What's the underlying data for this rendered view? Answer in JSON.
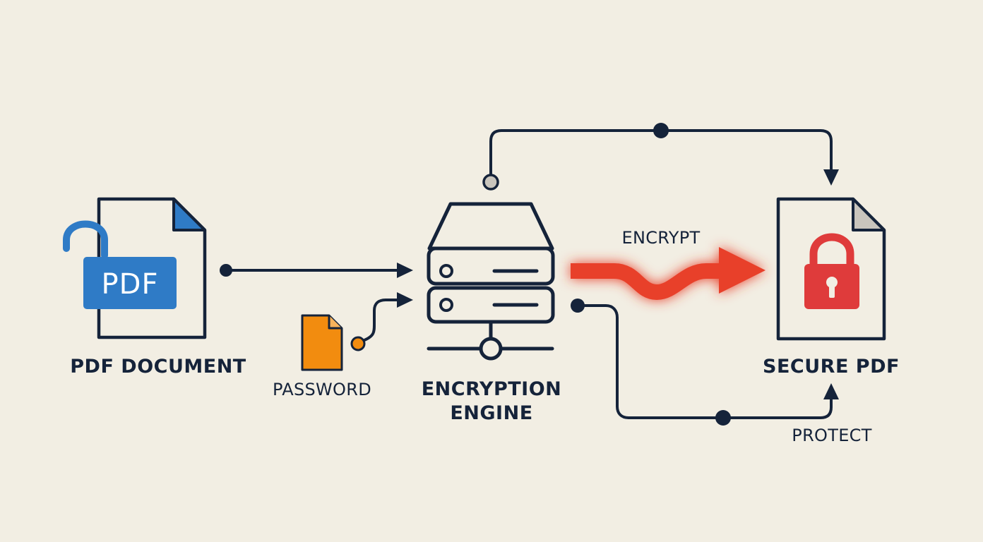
{
  "nodes": {
    "pdf_document": {
      "label": "PDF DOCUMENT",
      "badge_text": "PDF",
      "icon": "unlocked-pdf-file-icon"
    },
    "password": {
      "label": "PASSWORD",
      "icon": "orange-file-icon"
    },
    "encryption_engine": {
      "label_line1": "ENCRYPTION",
      "label_line2": "ENGINE",
      "icon": "server-icon"
    },
    "secure_pdf": {
      "label": "SECURE PDF",
      "icon": "locked-pdf-file-icon"
    }
  },
  "edges": {
    "encrypt_label": "ENCRYPT",
    "protect_label": "PROTECT"
  },
  "colors": {
    "background": "#f2eee3",
    "ink": "#15233a",
    "pdf_blue": "#2f7bc6",
    "password_orange": "#f28c0f",
    "encrypt_red": "#e8412c",
    "lock_red": "#df3b3b",
    "node_gray": "#c9c5bd"
  }
}
